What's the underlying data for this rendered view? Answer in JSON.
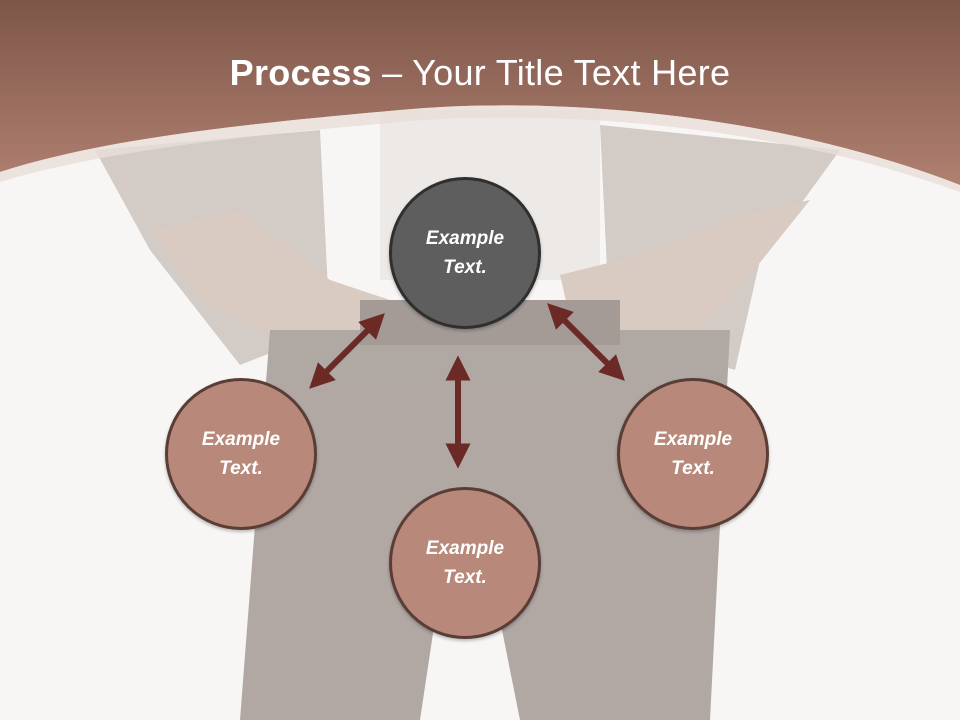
{
  "title": {
    "bold": "Process",
    "rest": " – Your Title Text Here"
  },
  "nodes": {
    "top": "Example Text.",
    "left": "Example Text.",
    "right": "Example Text.",
    "bottom": "Example Text."
  },
  "colors": {
    "header": "#a87563",
    "node_fill": "#b8897a",
    "center_fill": "#5e5e5e",
    "arrow": "#6b2a26"
  }
}
